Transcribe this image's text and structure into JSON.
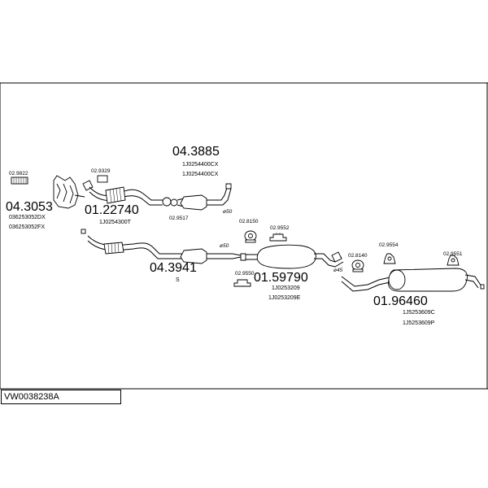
{
  "diagram_code": "VW0038238A",
  "parts": {
    "manifold": {
      "number": "04.3053",
      "refs": [
        "036253052DX",
        "036253052FX"
      ]
    },
    "clamp_a": {
      "number": "02.9822"
    },
    "front_pipe_a": {
      "number": "01.22740",
      "refs": [
        "1J0254300T"
      ]
    },
    "clamp_b": {
      "number": "02.9329"
    },
    "catalyst_a": {
      "number": "04.3885",
      "refs": [
        "1J0254400CX",
        "1J0254400CX"
      ]
    },
    "gasket_a": {
      "number": "02.9517"
    },
    "catalyst_b": {
      "number": "04.3941",
      "refs": [
        "S"
      ]
    },
    "mount_a": {
      "number": "02.8150"
    },
    "mount_b": {
      "number": "02.9552"
    },
    "mount_c": {
      "number": "02.9550"
    },
    "middle_silencer": {
      "number": "01.59790",
      "refs": [
        "1J0253209",
        "1J0253209E"
      ]
    },
    "mount_d": {
      "number": "02.8140"
    },
    "mount_e": {
      "number": "02.9554"
    },
    "mount_f": {
      "number": "02.9551"
    },
    "rear_silencer": {
      "number": "01.96460",
      "refs": [
        "1J5253609C",
        "1J5253609P"
      ]
    }
  },
  "diameters": {
    "d1": "ø50",
    "d2": "ø50",
    "d3": "ø45"
  }
}
